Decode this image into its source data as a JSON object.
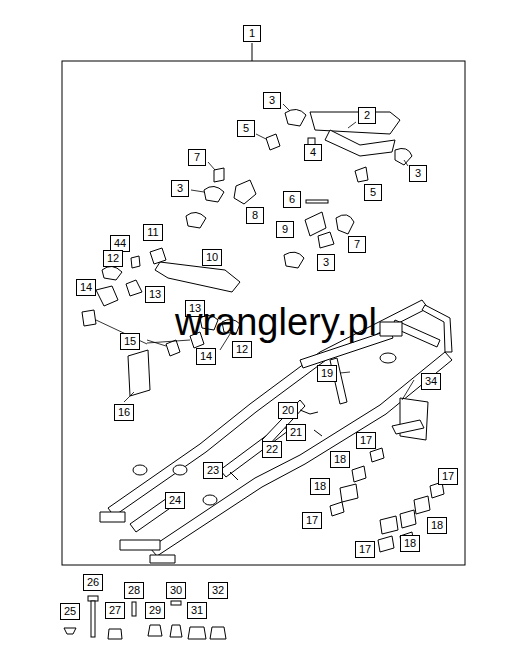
{
  "diagram": {
    "nodes": [
      {
        "text": [
          "1"
        ]
      },
      {
        "text": [
          "3"
        ]
      },
      {
        "text": [
          "2"
        ]
      },
      {
        "text": [
          "5"
        ]
      },
      {
        "text": [
          "4"
        ]
      },
      {
        "text": [
          "7"
        ]
      },
      {
        "text": [
          "3"
        ]
      },
      {
        "text": [
          "3"
        ]
      },
      {
        "text": [
          "5"
        ]
      },
      {
        "text": [
          "6"
        ]
      },
      {
        "text": [
          "8"
        ]
      },
      {
        "text": [
          "9"
        ]
      },
      {
        "text": [
          "11"
        ]
      },
      {
        "text": [
          "44"
        ]
      },
      {
        "text": [
          "7"
        ]
      },
      {
        "text": [
          "10"
        ]
      },
      {
        "text": [
          "12"
        ]
      },
      {
        "text": [
          "3"
        ]
      },
      {
        "text": [
          "14"
        ]
      },
      {
        "text": [
          "13"
        ]
      },
      {
        "text": [
          "13"
        ]
      },
      {
        "text": [
          "15"
        ]
      },
      {
        "text": [
          "12"
        ]
      },
      {
        "text": [
          "14"
        ]
      },
      {
        "text": [
          "19"
        ]
      },
      {
        "text": [
          "34"
        ]
      },
      {
        "text": [
          "16"
        ]
      },
      {
        "text": [
          "20"
        ]
      },
      {
        "text": [
          "21"
        ]
      },
      {
        "text": [
          "17"
        ]
      },
      {
        "text": [
          "22"
        ]
      },
      {
        "text": [
          "18"
        ]
      },
      {
        "text": [
          "23"
        ]
      },
      {
        "text": [
          "17"
        ]
      },
      {
        "text": [
          "18"
        ]
      },
      {
        "text": [
          "24"
        ]
      },
      {
        "text": [
          "17"
        ]
      },
      {
        "text": [
          "18"
        ]
      },
      {
        "text": [
          "18"
        ]
      },
      {
        "text": [
          "17"
        ]
      },
      {
        "text": [
          "26"
        ]
      },
      {
        "text": [
          "28"
        ]
      },
      {
        "text": [
          "30"
        ]
      },
      {
        "text": [
          "32"
        ]
      },
      {
        "text": [
          "25"
        ]
      },
      {
        "text": [
          "27"
        ]
      },
      {
        "text": [
          "29"
        ]
      },
      {
        "text": [
          "31"
        ]
      }
    ],
    "labels": [
      "wranglery.pl"
    ]
  }
}
